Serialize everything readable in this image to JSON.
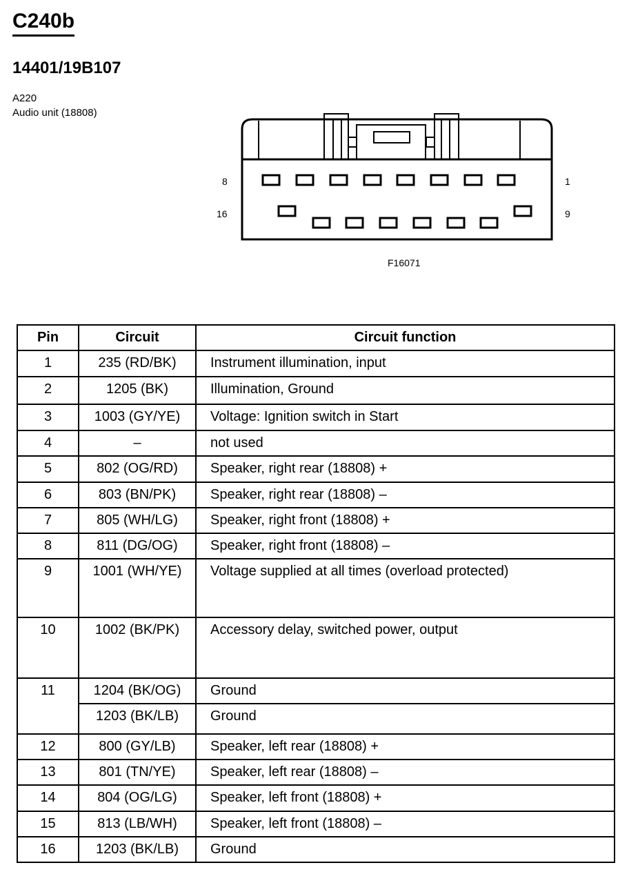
{
  "connector_title": "C240b",
  "part_number": "14401/19B107",
  "component_id": "A220",
  "component_name": "Audio unit (18808)",
  "diagram": {
    "pin_label_top_left": "8",
    "pin_label_top_right": "1",
    "pin_label_bottom_left": "16",
    "pin_label_bottom_right": "9",
    "figure_id": "F16071"
  },
  "table": {
    "headers": {
      "pin": "Pin",
      "circuit": "Circuit",
      "function": "Circuit function"
    },
    "rows": [
      {
        "pin": "1",
        "circuit": "235 (RD/BK)",
        "function": "Instrument illumination, input"
      },
      {
        "pin": "2",
        "circuit": "1205 (BK)",
        "function": "Illumination, Ground"
      },
      {
        "pin": "3",
        "circuit": "1003 (GY/YE)",
        "function": "Voltage: Ignition switch in Start"
      },
      {
        "pin": "4",
        "circuit": "–",
        "function": "not used"
      },
      {
        "pin": "5",
        "circuit": "802 (OG/RD)",
        "function": "Speaker, right rear (18808)  +"
      },
      {
        "pin": "6",
        "circuit": "803 (BN/PK)",
        "function": "Speaker, right rear (18808) –"
      },
      {
        "pin": "7",
        "circuit": "805 (WH/LG)",
        "function": "Speaker, right front (18808) +"
      },
      {
        "pin": "8",
        "circuit": "811 (DG/OG)",
        "function": "Speaker, right front (18808) –"
      },
      {
        "pin": "9",
        "circuit": "1001 (WH/YE)",
        "function": "Voltage supplied at all times (overload protected)"
      },
      {
        "pin": "10",
        "circuit": "1002 (BK/PK)",
        "function": "Accessory delay, switched power, output"
      },
      {
        "pin": "11",
        "circuit": "1204 (BK/OG)",
        "function": "Ground"
      },
      {
        "pin": "",
        "circuit": "1203 (BK/LB)",
        "function": "Ground"
      },
      {
        "pin": "12",
        "circuit": "800 (GY/LB)",
        "function": "Speaker, left rear (18808) +"
      },
      {
        "pin": "13",
        "circuit": "801 (TN/YE)",
        "function": "Speaker, left rear (18808) –"
      },
      {
        "pin": "14",
        "circuit": "804 (OG/LG)",
        "function": "Speaker, left front (18808) +"
      },
      {
        "pin": "15",
        "circuit": "813 (LB/WH)",
        "function": "Speaker, left front (18808) –"
      },
      {
        "pin": "16",
        "circuit": "1203 (BK/LB)",
        "function": "Ground"
      }
    ]
  }
}
